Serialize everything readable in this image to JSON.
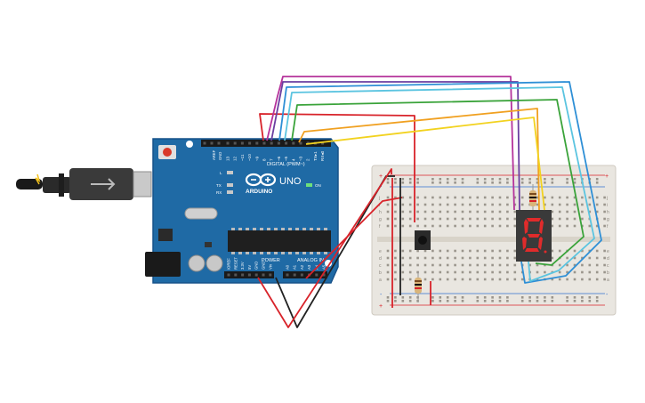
{
  "board": {
    "brand": "ARDUINO",
    "model": "UNO",
    "digital_label": "DIGITAL (PWM~)",
    "power_label": "POWER",
    "analog_label": "ANALOG IN",
    "on_label": "ON",
    "led_l": "L",
    "led_tx": "TX",
    "led_rx": "RX",
    "aref": "AREF",
    "gnd": "GND",
    "digital_pins": [
      "13",
      "12",
      "~11",
      "~10",
      "~9",
      "8",
      "7",
      "~6",
      "~5",
      "4",
      "~3",
      "2",
      "TX▸1",
      "RX◂0"
    ],
    "power_pins": [
      "IOREF",
      "RESET",
      "3.3V",
      "5V",
      "GND",
      "GND",
      "Vin"
    ],
    "analog_pins": [
      "A0",
      "A1",
      "A2",
      "A3",
      "A4",
      "A5"
    ]
  },
  "breadboard": {
    "row_letters_top": [
      "j",
      "i",
      "h",
      "g",
      "f"
    ],
    "row_letters_bottom": [
      "e",
      "d",
      "c",
      "b",
      "a"
    ],
    "plus": "+",
    "minus": "-"
  },
  "colors": {
    "board_blue": "#1f6aa5",
    "breadboard": "#e9e6e0",
    "wire_red": "#d8232a",
    "wire_black": "#222222",
    "wire_magenta": "#b5339b",
    "wire_purple": "#6b3fa0",
    "wire_blue": "#2e8fd6",
    "wire_cyan": "#5bc4e0",
    "wire_green": "#3aa33a",
    "wire_orange": "#f0a020",
    "wire_yellow": "#f2d21f",
    "segment_red": "#e02b2b"
  }
}
